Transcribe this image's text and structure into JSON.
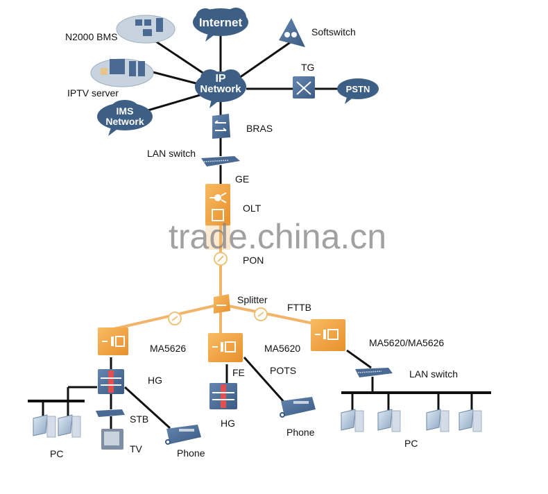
{
  "diagram": {
    "nodes": {
      "internet": "Internet",
      "ip_network_line1": "IP",
      "ip_network_line2": "Network",
      "ims_line1": "IMS",
      "ims_line2": "Network",
      "pstn": "PSTN"
    },
    "labels": {
      "n2000": "N2000 BMS",
      "iptv": "IPTV server",
      "softswitch": "Softswitch",
      "tg": "TG",
      "bras": "BRAS",
      "lan_switch_top": "LAN switch",
      "ge": "GE",
      "olt": "OLT",
      "pon": "PON",
      "splitter": "Splitter",
      "fttb": "FTTB",
      "ma5626": "MA5626",
      "ma5620": "MA5620",
      "ma5620_5626": "MA5620/MA5626",
      "hg_left": "HG",
      "fe": "FE",
      "pots": "POTS",
      "hg_mid": "HG",
      "phone_mid": "Phone",
      "lan_switch_right": "LAN switch",
      "stb": "STB",
      "tv": "TV",
      "phone_left": "Phone",
      "pc_left": "PC",
      "pc_right": "PC"
    },
    "watermark": "trade.china.cn",
    "colors": {
      "cloud": "#3d5f86",
      "device_blue": "#4a6a93",
      "device_orange": "#f0a040",
      "fiber": "#f2b469",
      "link": "#111111"
    }
  }
}
